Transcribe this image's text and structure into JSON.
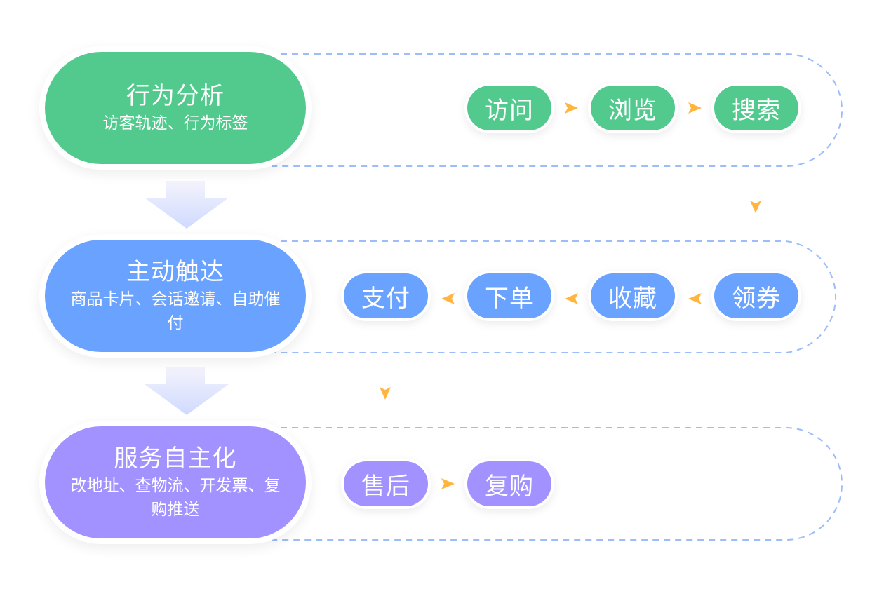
{
  "colors": {
    "green": "#52CA8E",
    "blue": "#6AA2FF",
    "purple": "#A292FF",
    "connector_arrow": "#FFB540",
    "dashed_loop": "#9DBCFA"
  },
  "stages": [
    {
      "title": "行为分析",
      "subtitle": "访客轨迹、行为标签",
      "steps": [
        "访问",
        "浏览",
        "搜索"
      ]
    },
    {
      "title": "主动触达",
      "subtitle": "商品卡片、会话邀请、自助催付",
      "steps": [
        "领券",
        "收藏",
        "下单",
        "支付"
      ]
    },
    {
      "title": "服务自主化",
      "subtitle": "改地址、查物流、开发票、复购推送",
      "steps": [
        "售后",
        "复购"
      ]
    }
  ]
}
